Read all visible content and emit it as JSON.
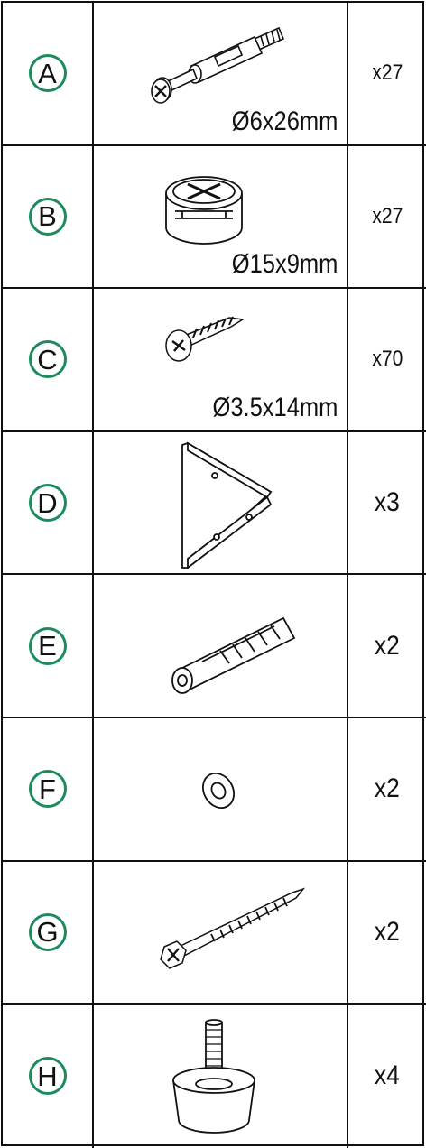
{
  "parts": [
    {
      "letter": "A",
      "dimension": "Ø6x26mm",
      "quantity": "x27",
      "icon": "cam-bolt-icon"
    },
    {
      "letter": "B",
      "dimension": "Ø15x9mm",
      "quantity": "x27",
      "icon": "cam-lock-icon"
    },
    {
      "letter": "C",
      "dimension": "Ø3.5x14mm",
      "quantity": "x70",
      "icon": "wood-screw-icon"
    },
    {
      "letter": "D",
      "dimension": "",
      "quantity": "x3",
      "icon": "angle-bracket-icon"
    },
    {
      "letter": "E",
      "dimension": "",
      "quantity": "x2",
      "icon": "wall-plug-icon"
    },
    {
      "letter": "F",
      "dimension": "",
      "quantity": "x2",
      "icon": "washer-icon"
    },
    {
      "letter": "G",
      "dimension": "",
      "quantity": "x2",
      "icon": "hex-lag-screw-icon"
    },
    {
      "letter": "H",
      "dimension": "",
      "quantity": "x4",
      "icon": "leveling-foot-icon"
    }
  ]
}
